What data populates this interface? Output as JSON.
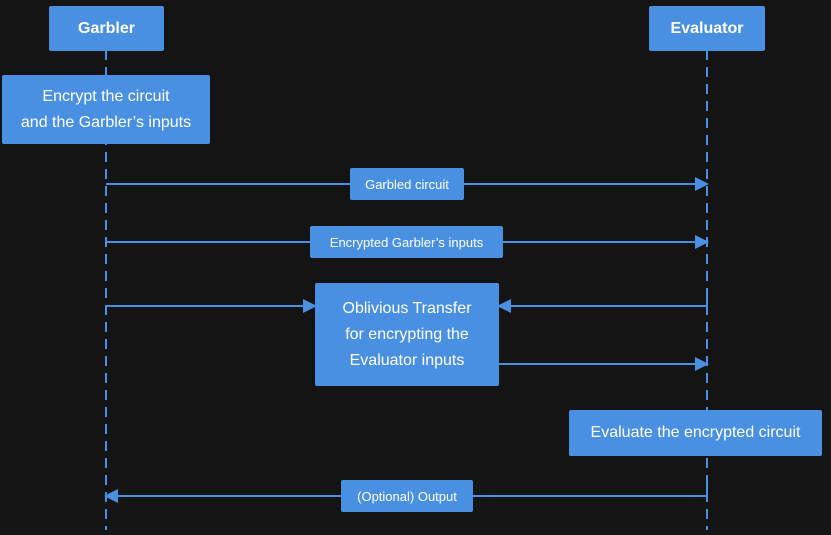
{
  "colors": {
    "background": "#141414",
    "accent": "#4a90e2",
    "text": "#ffffff"
  },
  "actors": {
    "garbler": "Garbler",
    "evaluator": "Evaluator"
  },
  "notes": {
    "encrypt": "Encrypt the circuit\nand the Garbler’s inputs",
    "oblivious_transfer": "Oblivious Transfer\nfor encrypting the\nEvaluator inputs",
    "evaluate": "Evaluate the encrypted circuit"
  },
  "messages": [
    {
      "label": "Garbled circuit",
      "from": "Garbler",
      "to": "Evaluator"
    },
    {
      "label": "Encrypted Garbler’s inputs",
      "from": "Garbler",
      "to": "Evaluator"
    },
    {
      "label": "(Optional) Output",
      "from": "Evaluator",
      "to": "Garbler"
    }
  ]
}
